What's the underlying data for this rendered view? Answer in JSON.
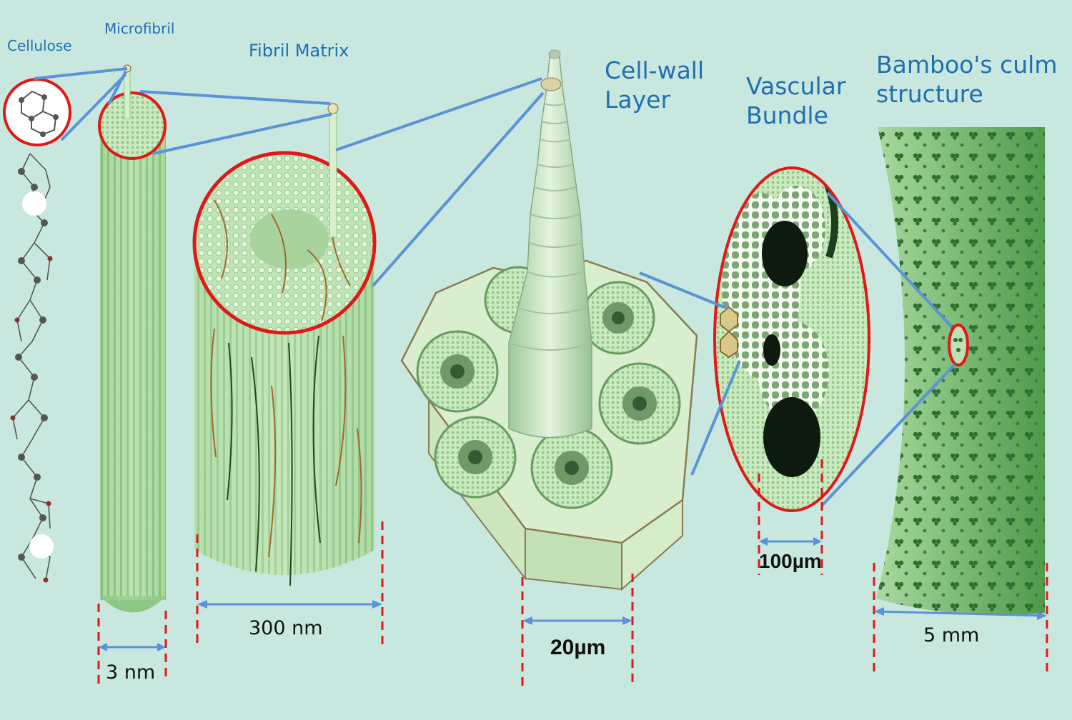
{
  "labels": {
    "cellulose": "Cellulose",
    "microfibril": "Microfibril",
    "fibril_matrix": "Fibril Matrix",
    "cell_wall_layer": "Cell-wall\nLayer",
    "vascular_bundle": "Vascular\nBundle",
    "culm_structure": "Bamboo's culm\nstructure"
  },
  "scales": {
    "microfibril": "3 nm",
    "fibril_matrix": "300 nm",
    "cell_wall": "20µm",
    "vascular_bundle": "100µm",
    "culm": "5 mm"
  },
  "colors": {
    "background": "#c8e8df",
    "label_text": "#1f6fb0",
    "zoom_circle": "#e01818",
    "connector": "#5a93d6",
    "dimension_arrow": "#5a93d6",
    "dimension_tick": "#e01818",
    "fiber_green": "#a6d79c",
    "dark_green": "#5f9a5a"
  }
}
